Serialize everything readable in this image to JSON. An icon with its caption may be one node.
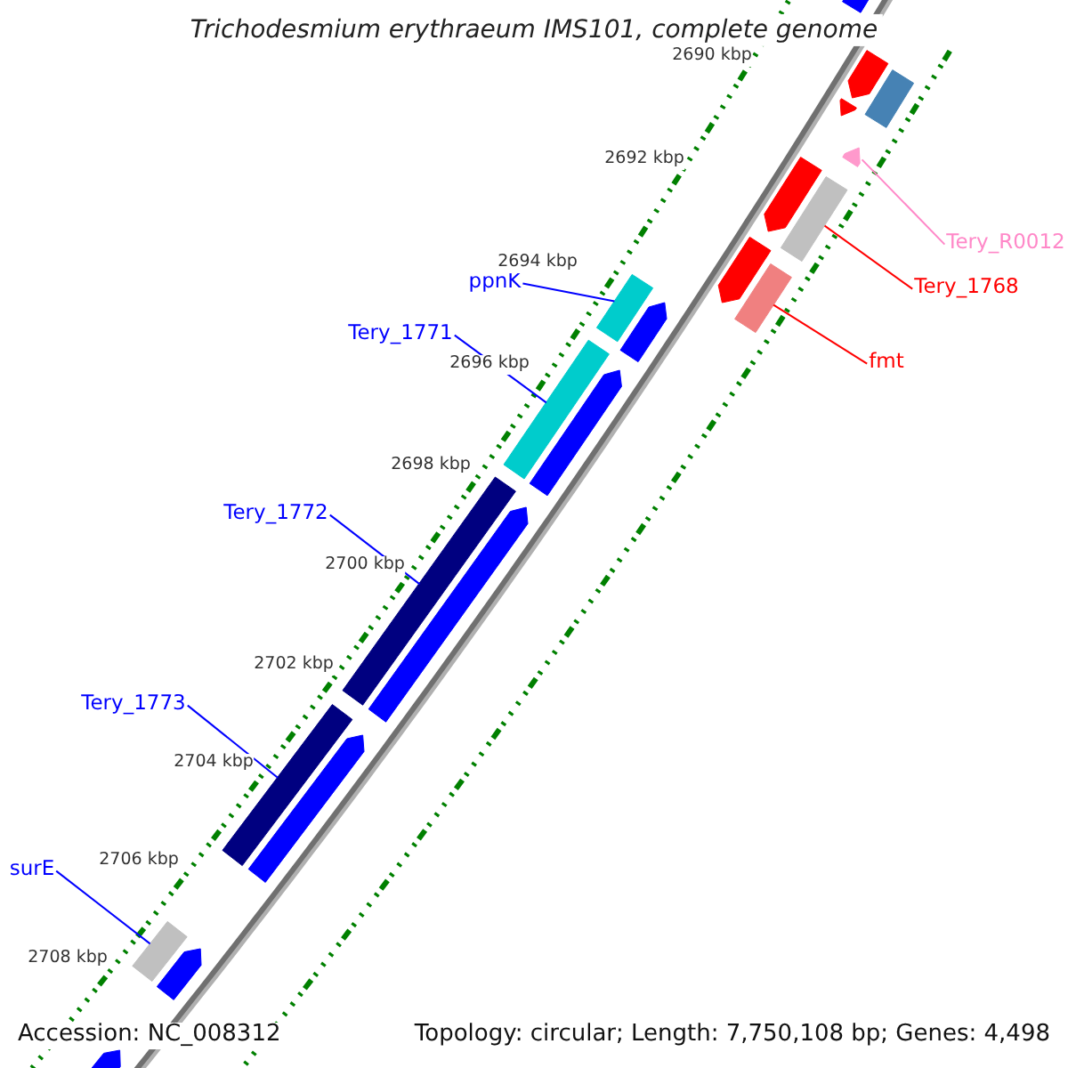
{
  "diagram": {
    "title": "Trichodesmium erythraeum IMS101, complete genome",
    "nodes": [
      {
        "text": [
          "Tery_R0012"
        ]
      },
      {
        "text": [
          "ppnK"
        ]
      },
      {
        "text": [
          "Tery_1768"
        ]
      },
      {
        "text": [
          "Tery_1771"
        ]
      },
      {
        "text": [
          "fmt"
        ]
      },
      {
        "text": [
          "Tery_1772"
        ]
      },
      {
        "text": [
          "Tery_1773"
        ]
      },
      {
        "text": [
          "surE"
        ]
      },
      {
        "text": [],
        "shape": "bar"
      },
      {
        "text": [],
        "shape": "bar"
      },
      {
        "text": [],
        "shape": "bar"
      },
      {
        "text": [],
        "shape": "bar"
      },
      {
        "text": [],
        "shape": "bar"
      },
      {
        "text": [],
        "shape": "bar"
      },
      {
        "text": [],
        "shape": "bar"
      },
      {
        "text": [],
        "shape": "bar"
      },
      {
        "text": [],
        "shape": "bar"
      },
      {
        "text": [],
        "shape": "bar"
      },
      {
        "text": [],
        "shape": "bar"
      },
      {
        "text": [],
        "shape": "bar"
      },
      {
        "text": [],
        "shape": "bar"
      },
      {
        "text": [],
        "shape": "bar"
      },
      {
        "text": [],
        "shape": "bar"
      },
      {
        "text": [],
        "shape": "bar"
      },
      {
        "text": [],
        "shape": "bar"
      },
      {
        "text": [],
        "shape": "bar"
      },
      {
        "text": [],
        "shape": "bar"
      },
      {
        "text": [],
        "shape": "bar"
      }
    ],
    "edges": [
      {
        "from": 0,
        "to": 12,
        "arrow": "none",
        "color": "#ff88c8"
      },
      {
        "from": 1,
        "to": 17,
        "arrow": "none"
      },
      {
        "from": 2,
        "to": 14,
        "arrow": "none",
        "color": "#ff0000"
      },
      {
        "from": 3,
        "to": 19,
        "arrow": "none"
      },
      {
        "from": 4,
        "to": 16,
        "arrow": "none",
        "color": "#ff0000"
      },
      {
        "from": 5,
        "to": 21,
        "arrow": "none"
      },
      {
        "from": 6,
        "to": 23,
        "arrow": "none"
      },
      {
        "from": 7,
        "to": 25,
        "arrow": "none"
      }
    ],
    "labels": [
      "2690 kbp",
      "2692 kbp",
      "2694 kbp",
      "2696 kbp",
      "2698 kbp",
      "2700 kbp",
      "2702 kbp",
      "2704 kbp",
      "2706 kbp",
      "2708 kbp",
      "Accession: NC_008312",
      "Topology: circular; Length: 7,750,108 bp; Genes: 4,498"
    ]
  }
}
